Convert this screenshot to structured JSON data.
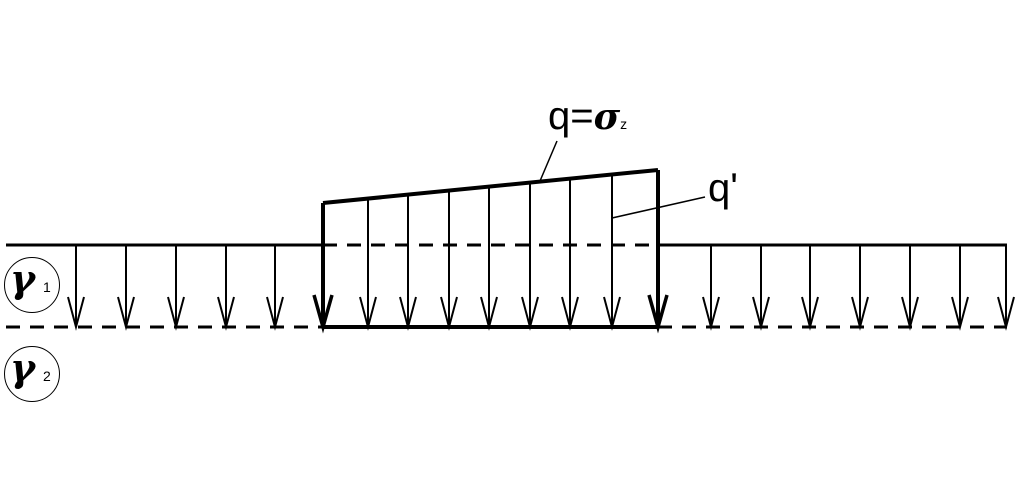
{
  "labels": {
    "q_prefix": "q=",
    "sigma": "σ",
    "sigma_sub": "z",
    "q_prime": "q'"
  },
  "layers": [
    {
      "symbol": "γ",
      "index": "1"
    },
    {
      "symbol": "γ",
      "index": "2"
    }
  ]
}
